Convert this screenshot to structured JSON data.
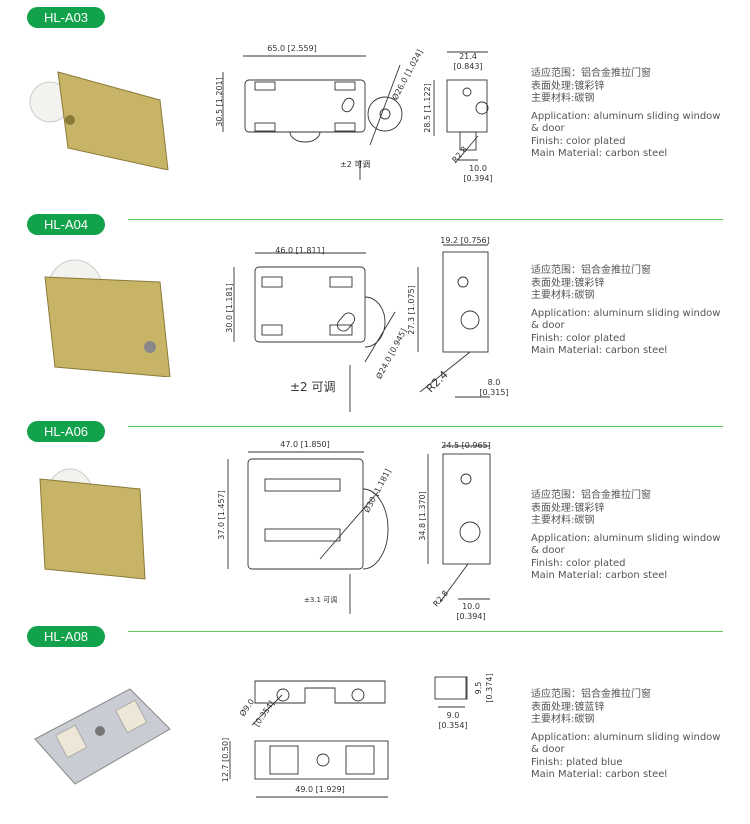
{
  "products": [
    {
      "name": "HL-A03",
      "dims": [
        "65.0 [2.559]",
        "30.5 [1.201]",
        "Ø26.0 [1.024]",
        "±2 可调",
        "21.4",
        "[0.843]",
        "28.5 [1.122]",
        "R2.8",
        "10.0",
        "[0.394]"
      ],
      "cn": [
        "适应范围：铝合金推拉门窗",
        "表面处理:镀彩锌",
        "主要材料:碳钢"
      ],
      "en": [
        "Application: aluminum sliding window",
        "&  door",
        "Finish: color plated",
        "Main Material: carbon steel"
      ]
    },
    {
      "name": "HL-A04",
      "dims": [
        "46.0 [1.811]",
        "30.0 [1.181]",
        "Ø24.0 [0.945]",
        "±2 可调",
        "19.2 [0.756]",
        "27.3 [1.075]",
        "R2.4",
        "8.0",
        "[0.315]"
      ],
      "cn": [
        "适应范围：铝合金推拉门窗",
        "表面处理:镀彩锌",
        "主要材料:碳钢"
      ],
      "en": [
        "Application: aluminum sliding window",
        "&  door",
        "Finish: color plated",
        "Main Material: carbon steel"
      ]
    },
    {
      "name": "HL-A06",
      "dims": [
        "47.0 [1.850]",
        "37.0 [1.457]",
        "Ø30 [1.181]",
        "±3.1 可调",
        "24.5 [0.965]",
        "34.8 [1.370]",
        "R2.8",
        "10.0",
        "[0.394]"
      ],
      "cn": [
        "适应范围：铝合金推拉门窗",
        "表面处理:镀彩锌",
        "主要材料:碳钢"
      ],
      "en": [
        "Application: aluminum sliding window",
        "&  door",
        "Finish: color plated",
        "Main Material: carbon steel"
      ]
    },
    {
      "name": "HL-A08",
      "dims": [
        "Ø9.0",
        "[0.354]",
        "12.7 [0.50]",
        "49.0 [1.929]",
        "9.5",
        "[0.374]",
        "9.0",
        "[0.354]"
      ],
      "cn": [
        "适应范围：铝合金推拉门窗",
        "表面处理:镀蓝锌",
        "主要材料:碳钢"
      ],
      "en": [
        "Application: aluminum sliding window",
        "&  door",
        "Finish: plated blue",
        "Main Material: carbon steel"
      ]
    }
  ],
  "colors": {
    "badge": "#13a24c",
    "rule": "#5fcb5f"
  }
}
